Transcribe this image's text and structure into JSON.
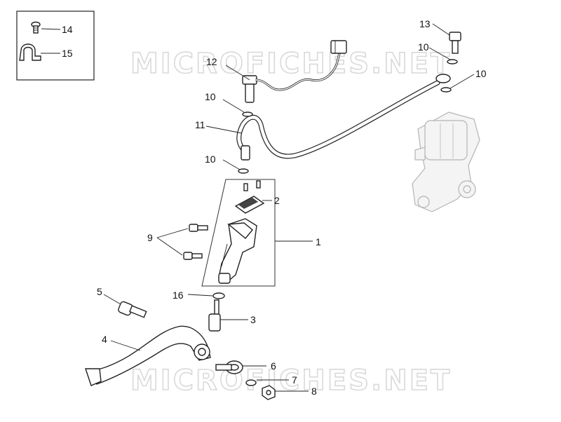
{
  "watermarks": [
    "MICROFICHES.NET",
    "MICROFICHES.NET"
  ],
  "legend_box": {
    "items": [
      {
        "number": "14",
        "icon": "screw-icon"
      },
      {
        "number": "15",
        "icon": "clamp-icon"
      }
    ]
  },
  "callouts": {
    "c1": "1",
    "c2": "2",
    "c3": "3",
    "c4": "4",
    "c5": "5",
    "c6": "6",
    "c7": "7",
    "c8": "8",
    "c9": "9",
    "c10a": "10",
    "c10b": "10",
    "c10c": "10",
    "c10d": "10",
    "c11": "11",
    "c12": "12",
    "c13": "13",
    "c16": "16"
  }
}
